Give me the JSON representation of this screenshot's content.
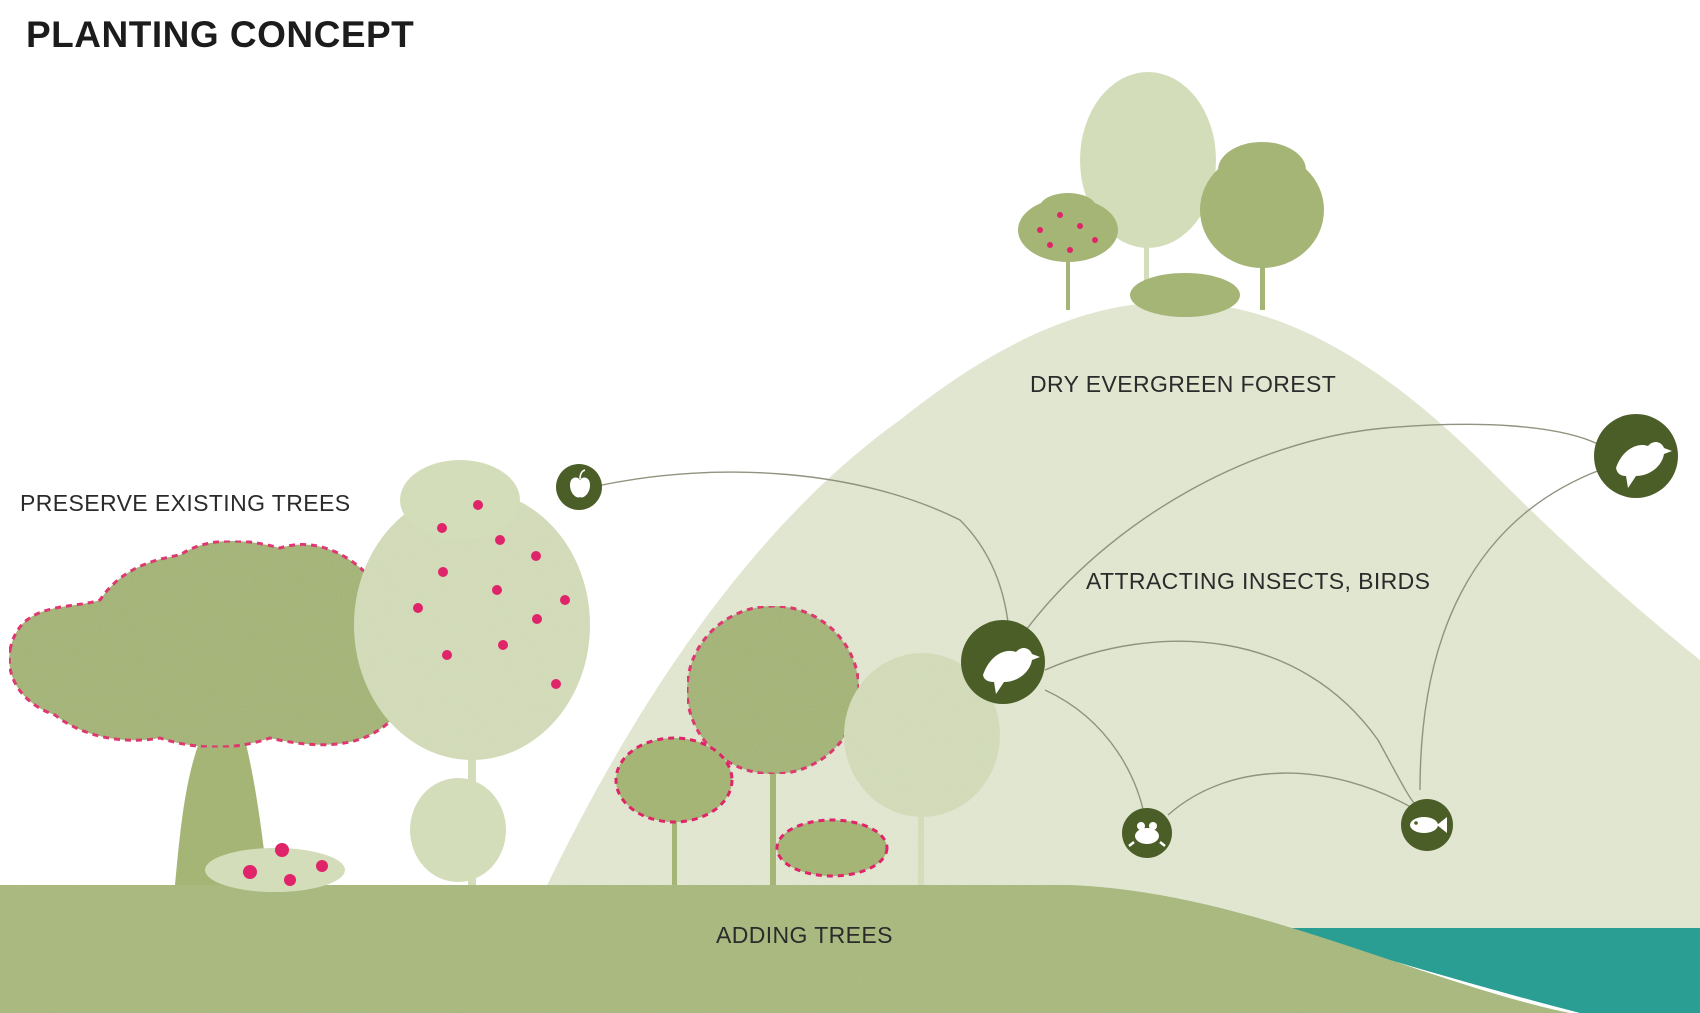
{
  "title": "PLANTING CONCEPT",
  "labels": {
    "preserve": "PRESERVE EXISTING TREES",
    "forest": "DRY EVERGREEN FOREST",
    "attracting": "ATTRACTING INSECTS, BIRDS",
    "adding": "ADDING TREES"
  },
  "icons": [
    "apple-icon",
    "bird-icon",
    "bird-icon",
    "frog-icon",
    "fish-icon"
  ],
  "colors": {
    "hill": "#e3e8d2",
    "ground": "#a8b97c",
    "tree_dark": "#a4b576",
    "tree_light": "#d4ddb9",
    "flower": "#e0246a",
    "water": "#2a9e93",
    "icon_circle": "#4b5e28",
    "connector": "#8f937f"
  }
}
